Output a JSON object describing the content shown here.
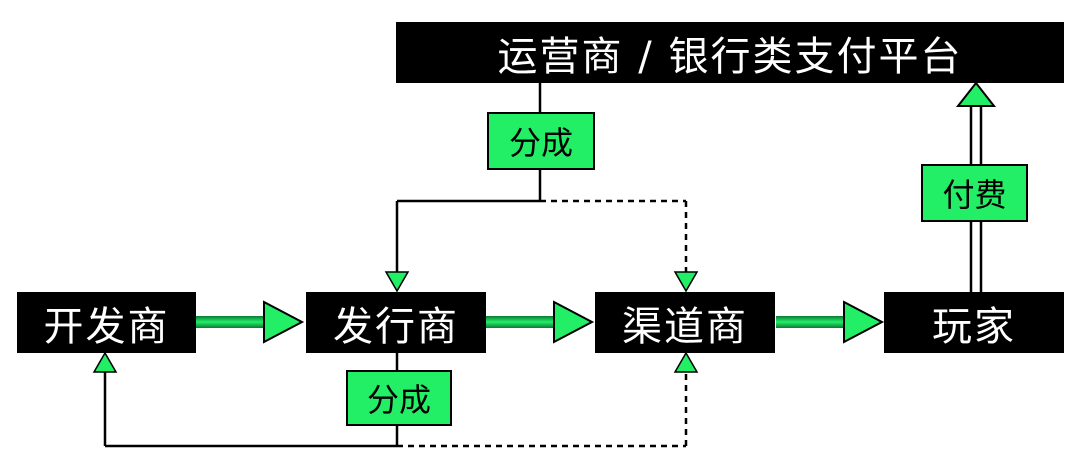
{
  "nodes": {
    "platform": "运营商 / 银行类支付平台",
    "developer": "开发商",
    "publisher": "发行商",
    "channel": "渠道商",
    "player": "玩家"
  },
  "tags": {
    "top_share": "分成",
    "bottom_share": "分成",
    "payment": "付费"
  },
  "colors": {
    "node_bg": "#000000",
    "node_text": "#ffffff",
    "accent": "#22ee66",
    "line": "#000000"
  }
}
